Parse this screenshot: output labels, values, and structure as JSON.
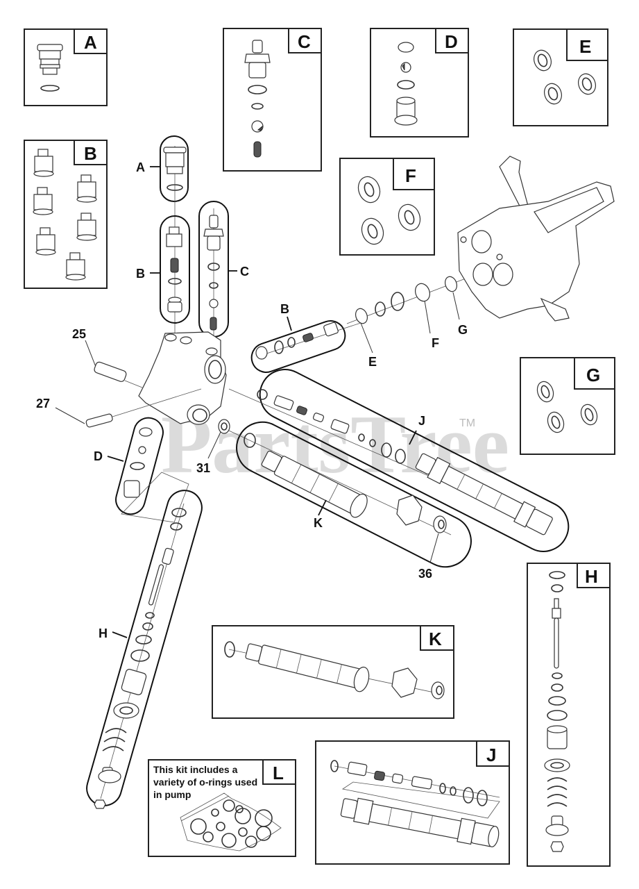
{
  "diagram": {
    "type": "exploded-parts-diagram",
    "watermark": "PartsTree",
    "watermark_tm": "TM",
    "kit_boxes": [
      {
        "letter": "A"
      },
      {
        "letter": "B"
      },
      {
        "letter": "C"
      },
      {
        "letter": "D"
      },
      {
        "letter": "E"
      },
      {
        "letter": "F"
      },
      {
        "letter": "G"
      },
      {
        "letter": "H"
      },
      {
        "letter": "J"
      },
      {
        "letter": "K"
      },
      {
        "letter": "L"
      }
    ],
    "kit_l_note": [
      "This kit includes a",
      "variety of o-rings used",
      "in pump"
    ],
    "callouts": {
      "A": "A",
      "B_valve": "B",
      "C": "C",
      "B_side": "B",
      "E": "E",
      "F": "F",
      "G": "G",
      "D": "D",
      "H": "H",
      "J": "J",
      "K": "K",
      "p25": "25",
      "p27": "27",
      "p31": "31",
      "p36": "36"
    }
  }
}
